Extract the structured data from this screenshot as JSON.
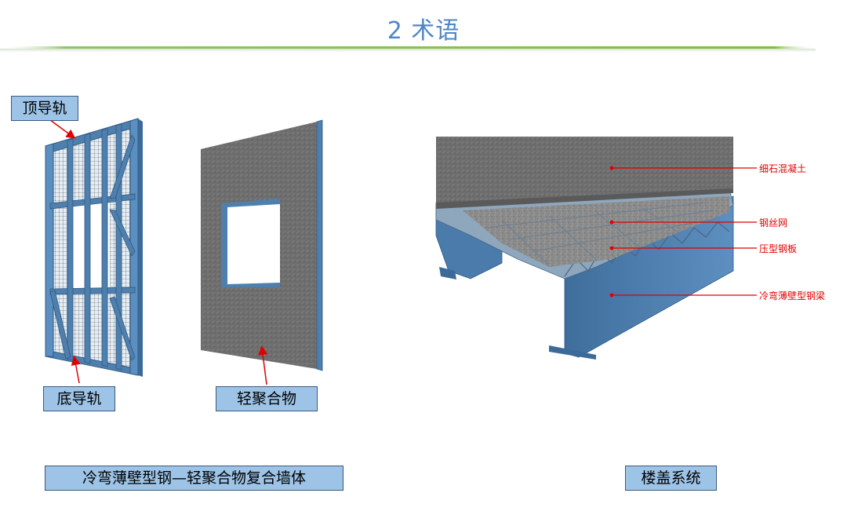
{
  "page": {
    "title": "2 术语"
  },
  "wall": {
    "top_track_label": "顶导轨",
    "bottom_track_label": "底导轨",
    "polymer_label": "轻聚合物",
    "caption": "冷弯薄壁型钢—轻聚合物复合墙体"
  },
  "floor": {
    "callouts": [
      "细石混凝土",
      "钢丝网",
      "压型钢板",
      "冷弯薄壁型钢梁"
    ],
    "caption": "楼盖系统"
  },
  "colors": {
    "title": "#4f86c6",
    "label_fill": "#9dc3e6",
    "steel": "#4f80ad",
    "concrete": "#6b6b6b",
    "arrow": "#e00000",
    "rule": "#7fbf3f"
  }
}
